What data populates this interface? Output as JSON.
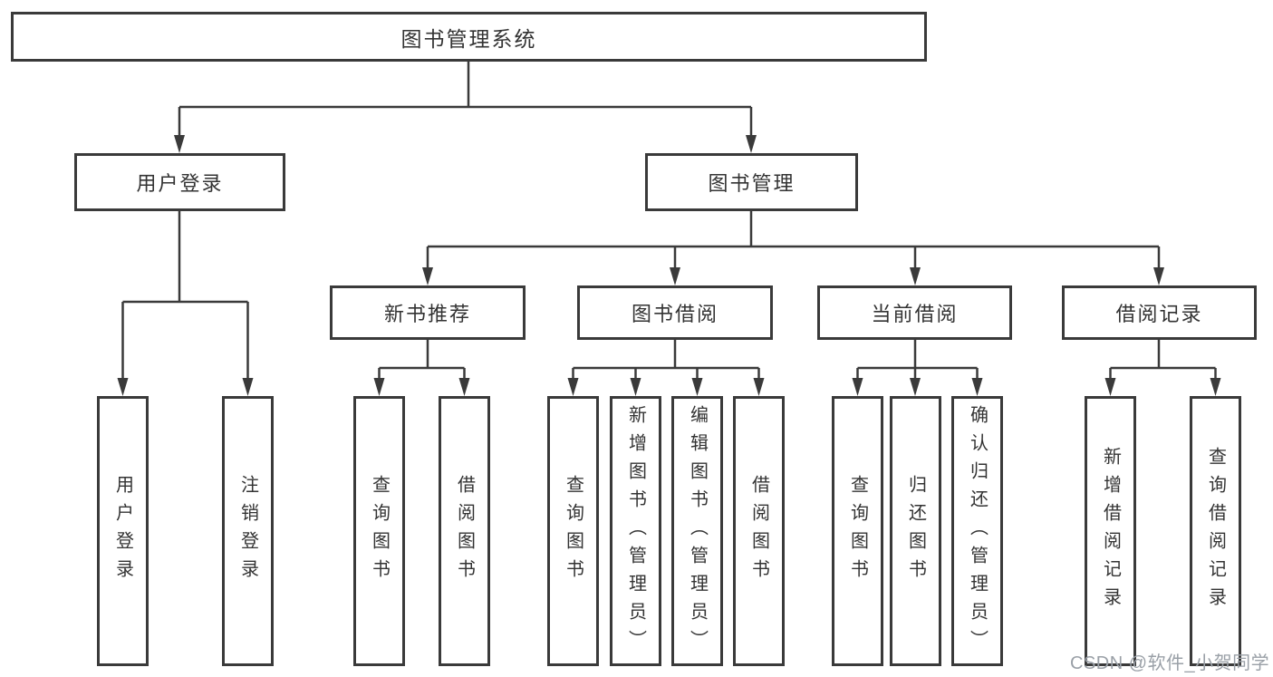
{
  "colors": {
    "border": "#3a3a3a",
    "line": "#3a3a3a",
    "text": "#333333",
    "background": "#ffffff",
    "watermark": "#9aa0a7"
  },
  "watermark": "CSDN @软件_小贺同学",
  "tree": {
    "label": "图书管理系统",
    "children": [
      {
        "label": "用户登录",
        "children": [
          {
            "label": "用户登录"
          },
          {
            "label": "注销登录"
          }
        ]
      },
      {
        "label": "图书管理",
        "children": [
          {
            "label": "新书推荐",
            "children": [
              {
                "label": "查询图书"
              },
              {
                "label": "借阅图书"
              }
            ]
          },
          {
            "label": "图书借阅",
            "children": [
              {
                "label": "查询图书"
              },
              {
                "label": "新增图书（管理员）"
              },
              {
                "label": "编辑图书（管理员）"
              },
              {
                "label": "借阅图书"
              }
            ]
          },
          {
            "label": "当前借阅",
            "children": [
              {
                "label": "查询图书"
              },
              {
                "label": "归还图书"
              },
              {
                "label": "确认归还（管理员）"
              }
            ]
          },
          {
            "label": "借阅记录",
            "children": [
              {
                "label": "新增借阅记录"
              },
              {
                "label": "查询借阅记录"
              }
            ]
          }
        ]
      }
    ]
  }
}
